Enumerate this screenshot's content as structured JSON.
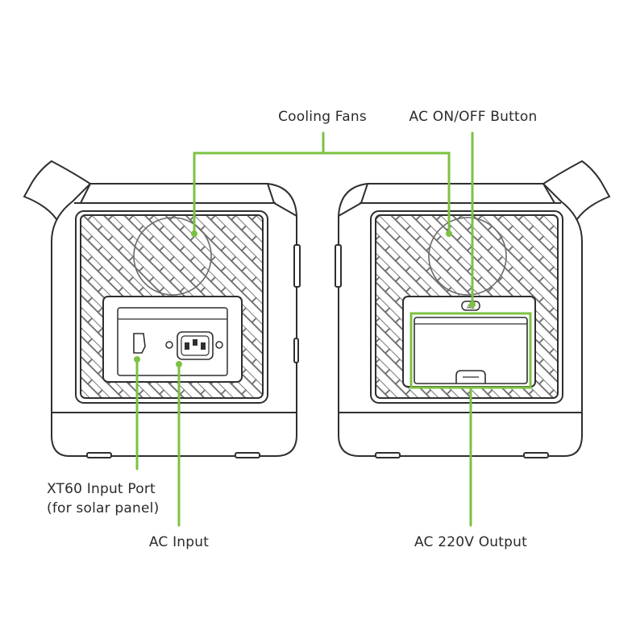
{
  "labels": {
    "cooling_fans": "Cooling Fans",
    "ac_button": "AC ON/OFF Button",
    "xt60_line1": "XT60 Input Port",
    "xt60_line2": "(for solar panel)",
    "ac_input": "AC Input",
    "ac_output": "AC 220V Output",
    "ac_button_mark": "AC"
  },
  "colors": {
    "leader": "#7cc242",
    "outline": "#2f2f2f",
    "grille": "#6a6a6a",
    "background": "#ffffff"
  }
}
